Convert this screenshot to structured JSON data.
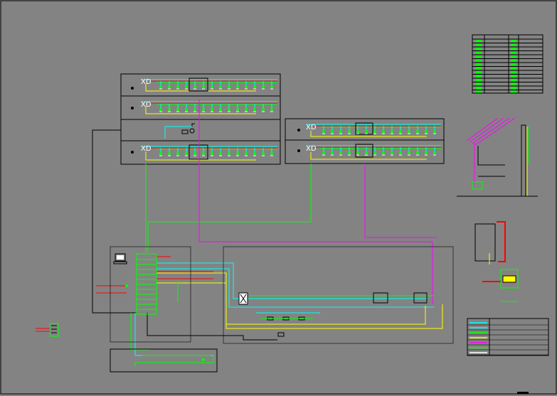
{
  "diagram": {
    "panel_labels": [
      "XD",
      "XD",
      "XD",
      "XD",
      "XD"
    ],
    "colors": {
      "background": "#838383",
      "frame": "#000000",
      "green": "#00ff00",
      "yellow": "#ffff00",
      "cyan": "#00ffff",
      "magenta": "#ff00ff",
      "red": "#ff0000",
      "white": "#ffffff"
    },
    "icons": [
      "computer-icon",
      "sensor-icon",
      "terminal-block-icon"
    ]
  }
}
